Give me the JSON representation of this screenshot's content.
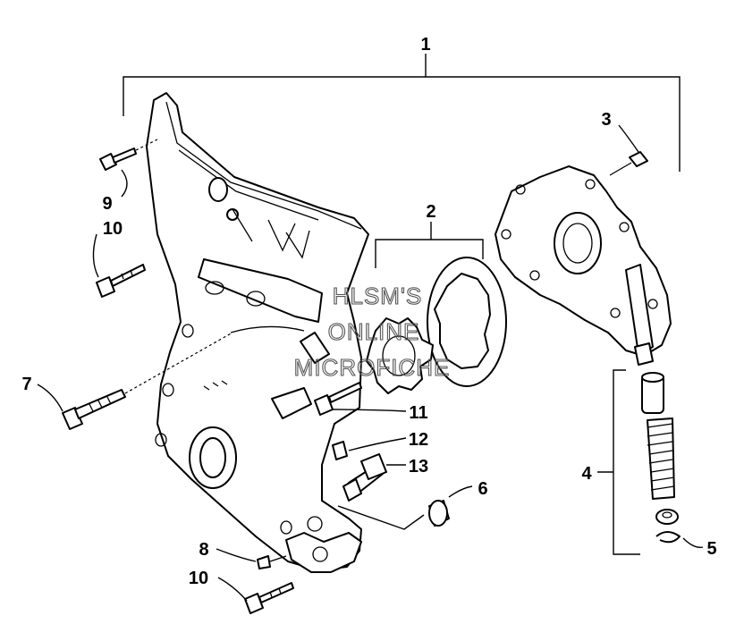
{
  "callouts": {
    "c1": "1",
    "c2": "2",
    "c3": "3",
    "c4": "4",
    "c5": "5",
    "c6": "6",
    "c7": "7",
    "c8": "8",
    "c9": "9",
    "c10a": "10",
    "c10b": "10",
    "c11": "11",
    "c12": "12",
    "c13": "13"
  },
  "watermark": {
    "line1": "HLSM'S",
    "line2": "ONLINE",
    "line3": "MICROFICHE"
  }
}
